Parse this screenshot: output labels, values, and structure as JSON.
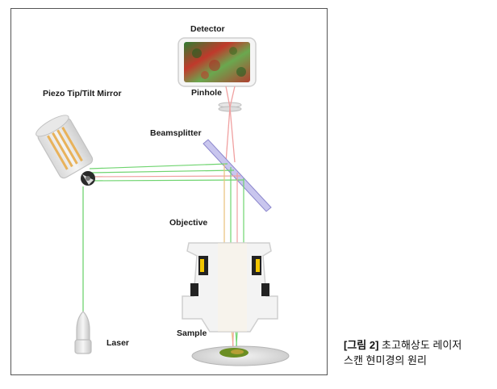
{
  "diagram": {
    "labels": {
      "detector": "Detector",
      "pinhole": "Pinhole",
      "mirror": "Piezo Tip/Tilt Mirror",
      "beamsplitter": "Beamsplitter",
      "objective": "Objective",
      "sample": "Sample",
      "laser": "Laser"
    },
    "colors": {
      "laser_beam": "#6fd46f",
      "emission_beam": "#f0a0a0",
      "mixed_beam": "#e8c27a",
      "beamsplitter": "#9a96d8",
      "frame": "#555555"
    }
  },
  "caption": {
    "label": "[그림 2]",
    "line1": "초고해상도 레이저",
    "line2": "스캔 현미경의 원리"
  }
}
